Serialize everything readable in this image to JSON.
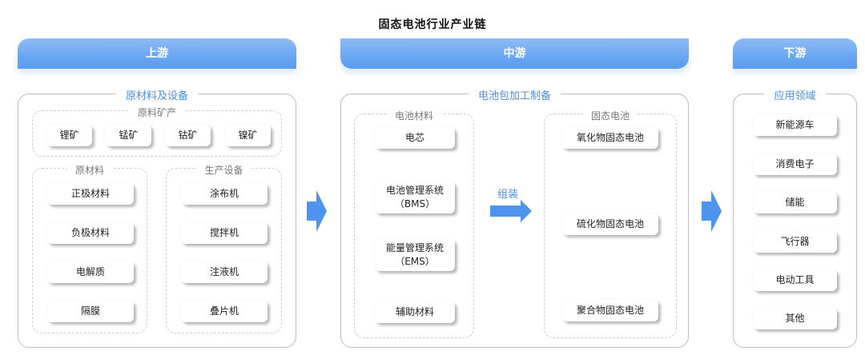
{
  "title": "固态电池行业产业链",
  "colors": {
    "accent": "#5b9cf0",
    "label_blue": "#4a8fe0",
    "arrow": "#4e93ee"
  },
  "upstream": {
    "header": "上游",
    "panel_label": "原材料及设备",
    "minerals": {
      "label": "原料矿产",
      "items": [
        "锂矿",
        "锰矿",
        "钴矿",
        "镍矿"
      ]
    },
    "raw_materials": {
      "label": "原材料",
      "items": [
        "正极材料",
        "负极材料",
        "电解质",
        "隔膜"
      ]
    },
    "equipment": {
      "label": "生产设备",
      "items": [
        "涂布机",
        "搅拌机",
        "注液机",
        "叠片机"
      ]
    }
  },
  "midstream": {
    "header": "中游",
    "panel_label": "电池包加工制备",
    "battery_materials": {
      "label": "电池材料",
      "items": [
        {
          "line1": "电芯",
          "line2": ""
        },
        {
          "line1": "电池管理系统",
          "line2": "（BMS）"
        },
        {
          "line1": "能量管理系统",
          "line2": "（EMS）"
        },
        {
          "line1": "辅助材料",
          "line2": ""
        }
      ]
    },
    "assemble_label": "组装",
    "solid_batteries": {
      "label": "固态电池",
      "items": [
        "氧化物固态电池",
        "硫化物固态电池",
        "聚合物固态电池"
      ]
    }
  },
  "downstream": {
    "header": "下游",
    "panel_label": "应用领域",
    "items": [
      "新能源车",
      "消费电子",
      "储能",
      "飞行器",
      "电动工具",
      "其他"
    ]
  }
}
